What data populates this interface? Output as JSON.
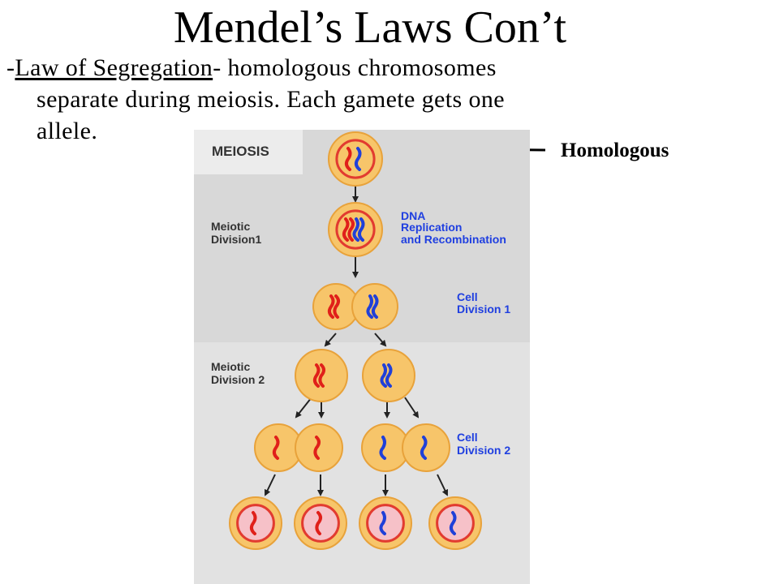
{
  "slide": {
    "title": "Mendel’s Laws Con’t",
    "bullet_prefix": "-",
    "bullet_term": "Law of Segregation",
    "bullet_line1_rest": "- homologous chromosomes",
    "bullet_line2": "separate during meiosis. Each gamete gets one",
    "bullet_line3": "allele."
  },
  "callout": {
    "label": "Homologous"
  },
  "diagram": {
    "header": "MEIOSIS",
    "stage_meiotic1_line1": "Meiotic",
    "stage_meiotic1_line2": "Division1",
    "stage_dna_line1": "DNA",
    "stage_dna_line2": "Replication",
    "stage_dna_line3": "and Recombination",
    "stage_cell1_line1": "Cell",
    "stage_cell1_line2": "Division 1",
    "stage_meiotic2_line1": "Meiotic",
    "stage_meiotic2_line2": "Division 2",
    "stage_cell2_line1": "Cell",
    "stage_cell2_line2": "Division 2",
    "colors": {
      "background_top": "#d8d8d8",
      "background_bottom": "#e2e2e2",
      "header_box": "#ececec",
      "cell_membrane": "#e8a23a",
      "cell_fill": "#f7c56a",
      "nucleus_ring": "#e23b30",
      "nucleus_fill": "#f6c1c8",
      "chromosome_red": "#e0201a",
      "chromosome_blue": "#2040d8",
      "label_blue": "#1f3fe0",
      "label_dark": "#333333"
    }
  }
}
